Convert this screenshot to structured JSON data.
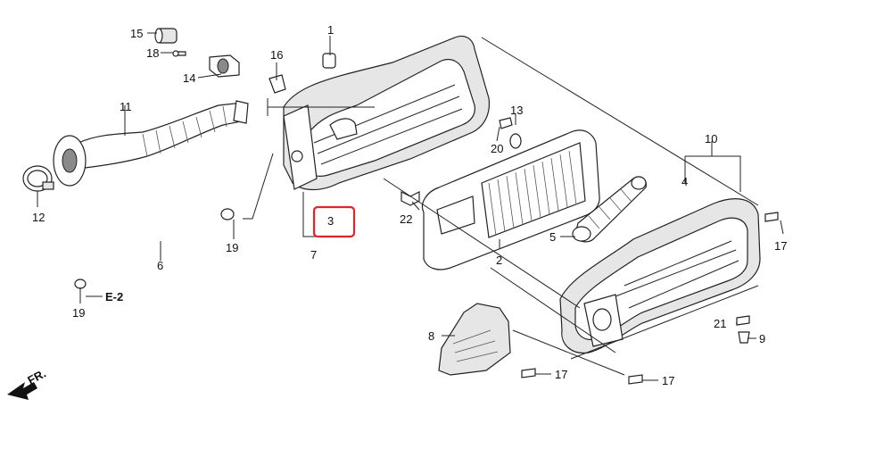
{
  "diagram": {
    "highlight_color": "#e0242b",
    "labels": {
      "p1": "1",
      "p2": "2",
      "p3": "3",
      "p4": "4",
      "p5": "5",
      "p6": "6",
      "p7": "7",
      "p8": "8",
      "p9": "9",
      "p10": "10",
      "p11": "11",
      "p12": "12",
      "p13": "13",
      "p14": "14",
      "p15": "15",
      "p16": "16",
      "p17a": "17",
      "p17b": "17",
      "p17c": "17",
      "p18": "18",
      "p19a": "19",
      "p19b": "19",
      "p20": "20",
      "p21": "21",
      "p22": "22",
      "e2": "E-2",
      "fr": "FR."
    }
  }
}
